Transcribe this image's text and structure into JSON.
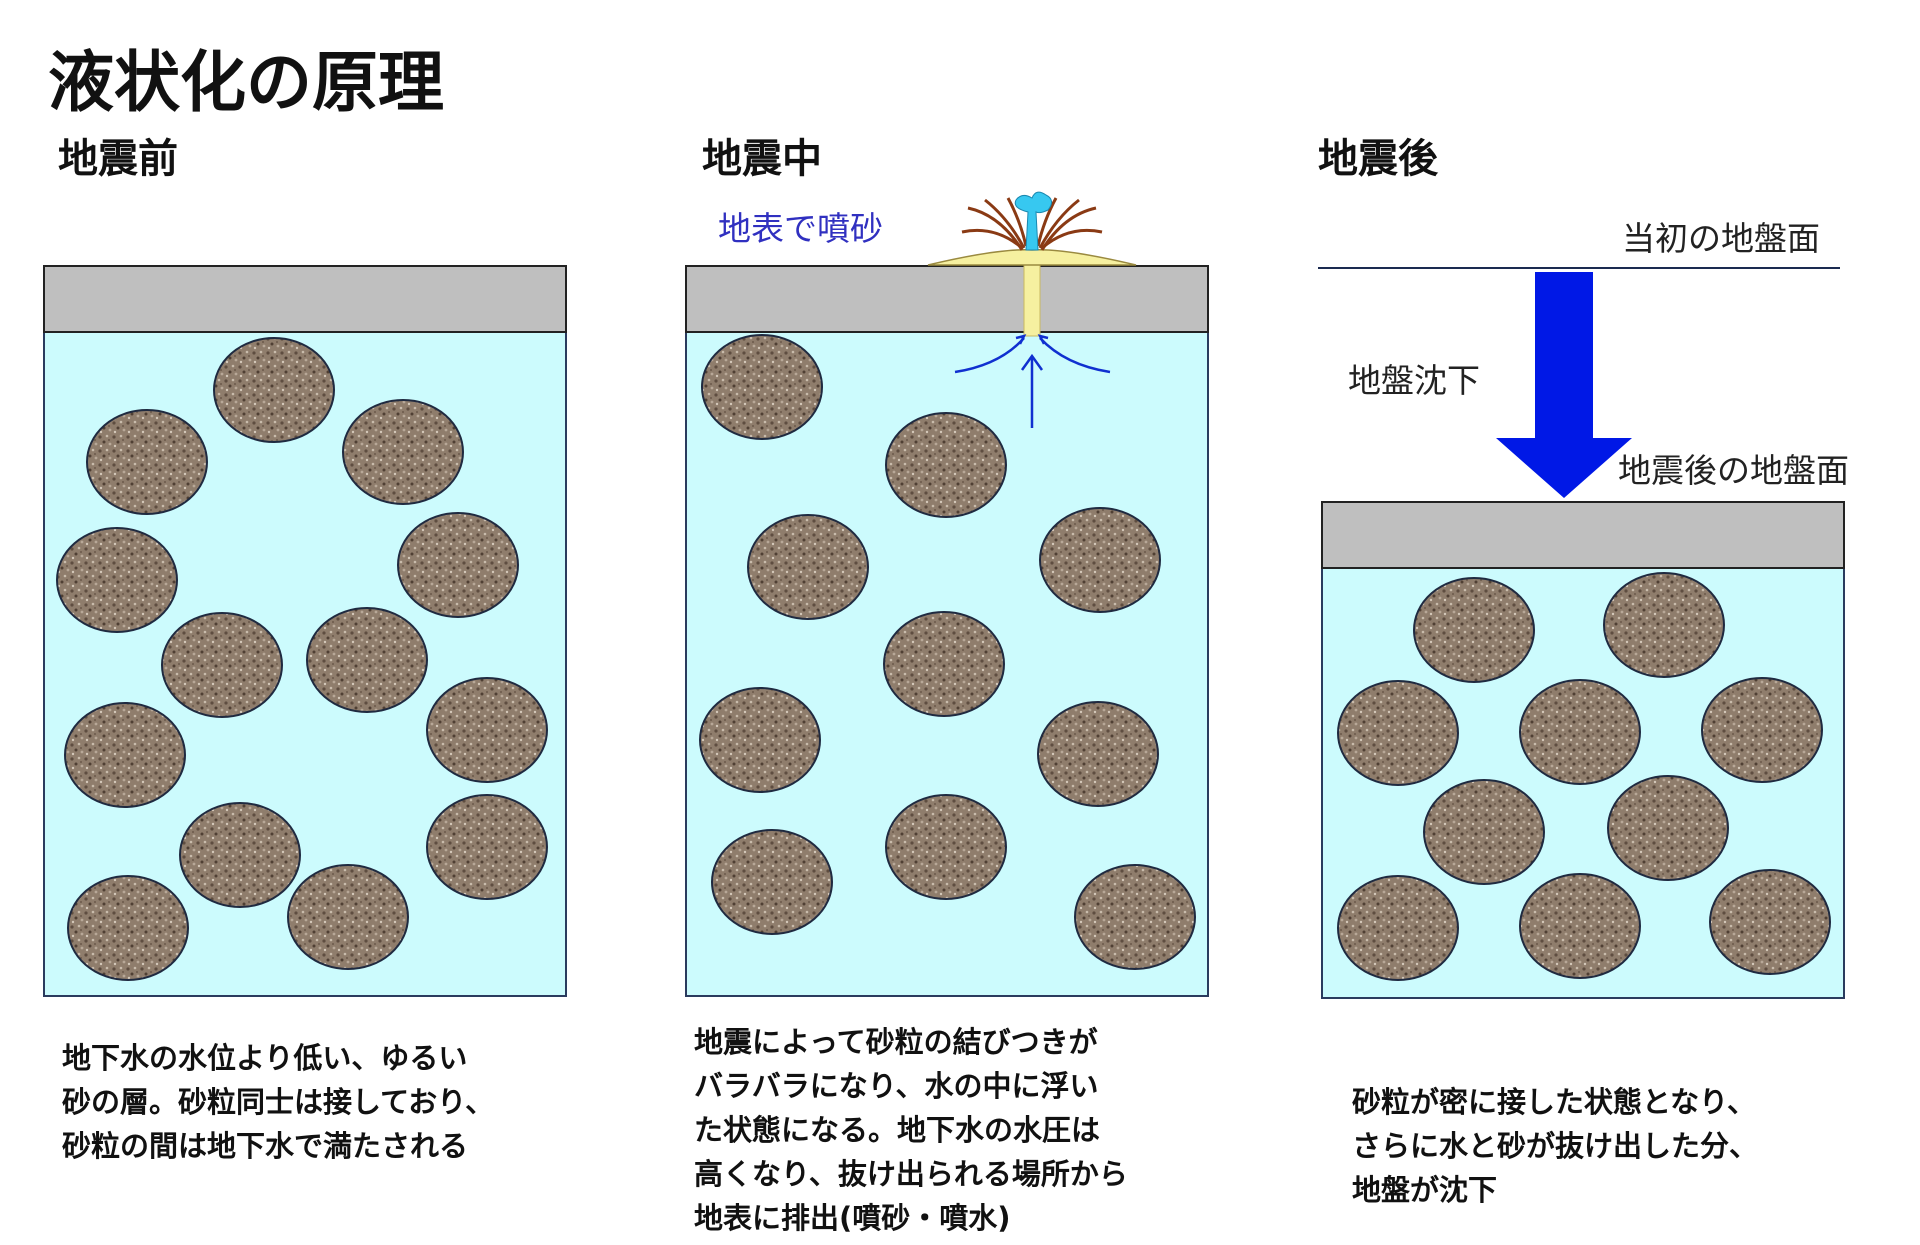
{
  "title": "液状化の原理",
  "panels": [
    {
      "title": "地震前",
      "caption": [
        "地下水の水位より低い、ゆるい",
        "砂の層。砂粒同士は接しており、",
        "砂粒の間は地下水で満たされる"
      ]
    },
    {
      "title": "地震中",
      "label": "地表で噴砂",
      "caption": [
        "地震によって砂粒の結びつきが",
        "バラバラになり、水の中に浮い",
        "た状態になる。地下水の水圧は",
        "高くなり、抜け出られる場所から",
        "地表に排出(噴砂・噴水)"
      ]
    },
    {
      "title": "地震後",
      "labels": {
        "original_surface": "当初の地盤面",
        "subsidence": "地盤沈下",
        "after_surface": "地震後の地盤面"
      },
      "caption": [
        "砂粒が密に接した状態となり、",
        "さらに水と砂が抜け出した分、",
        "地盤が沈下"
      ]
    }
  ],
  "colors": {
    "water": "#ccfbfd",
    "surface_layer": "#bfbfbf",
    "grain": "#8c7a6a",
    "spout_sand": "#f6f0a0",
    "spout_water": "#37c8f0",
    "arrow": "#0018e6"
  }
}
